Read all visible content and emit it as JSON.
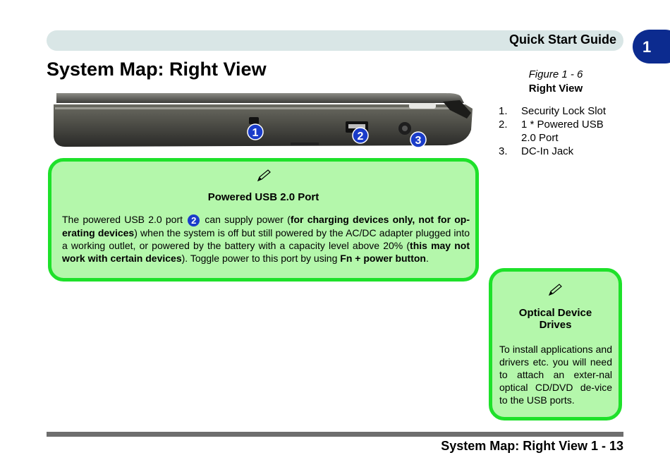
{
  "header": {
    "title": "Quick Start Guide"
  },
  "chapter_tab": {
    "number": "1"
  },
  "page_title": "System Map: Right View",
  "figure": {
    "label": "Figure 1 - 6",
    "title": "Right View",
    "callouts": [
      "1",
      "2",
      "3"
    ],
    "legend": [
      {
        "num": "1.",
        "text": "Security Lock Slot"
      },
      {
        "num": "2.",
        "text": "1 * Powered USB 2.0 Port"
      },
      {
        "num": "3.",
        "text": "DC-In Jack"
      }
    ]
  },
  "note_usb": {
    "icon": "pencil-icon",
    "title": "Powered USB 2.0 Port",
    "t1": "The powered USB 2.0 port ",
    "badge": "2",
    "t2": " can supply power (",
    "b1": "for charging devices only, not for op-erating devices",
    "t3": ") when the system is off but still powered by the AC/DC adapter plugged into a working outlet, or powered by the battery with a capacity level above 20% (",
    "b2": "this may not work with certain devices",
    "t4": "). Toggle power to this port by using ",
    "b3": "Fn + power button",
    "t5": "."
  },
  "note_optical": {
    "icon": "pencil-icon",
    "title": "Optical Device Drives",
    "body": "To install applications and drivers etc. you will need to attach an exter-nal optical CD/DVD de-vice to the USB ports."
  },
  "footer": {
    "text": "System Map: Right View 1 - 13"
  },
  "colors": {
    "note_fill": "#b4f7ab",
    "note_border": "#1ee12a",
    "chapter_tab": "#0c2b8f",
    "callout": "#1a3cc9"
  }
}
